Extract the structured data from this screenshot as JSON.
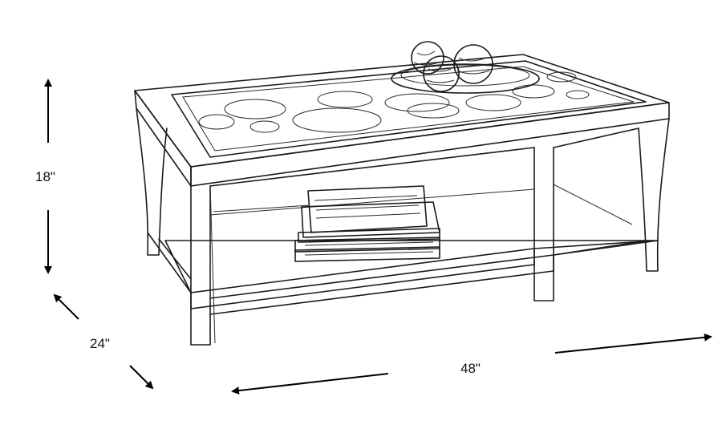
{
  "dimensions": {
    "height_label": "18\"",
    "depth_label": "24\"",
    "width_label": "48\""
  },
  "colors": {
    "line": "#1a1a1a",
    "background": "#ffffff"
  }
}
